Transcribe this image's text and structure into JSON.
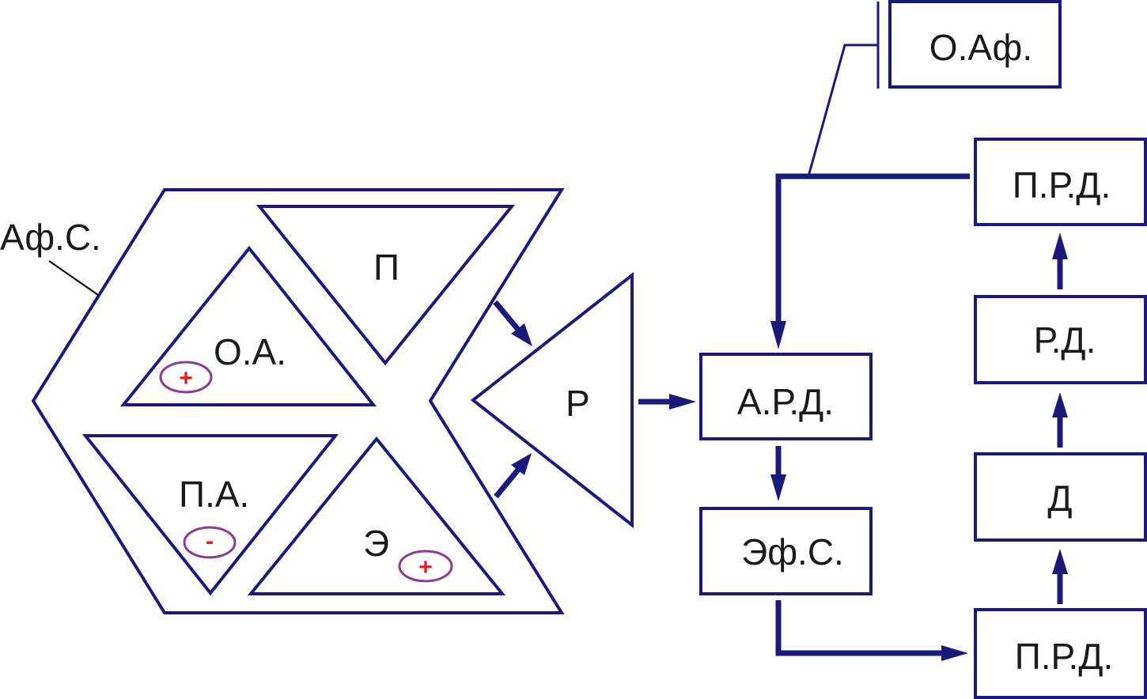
{
  "colors": {
    "outline": "#1b1a7a",
    "sign": "#e01b24",
    "oval": "#8a3c8e"
  },
  "labels": {
    "afferent_synthesis": "Аф.С.",
    "motivation": "П",
    "situational_afferentation": "О.А.",
    "trigger_afferentation": "П.А.",
    "memory": "Э",
    "decision": "Р",
    "action_result_acceptor": "А.Р.Д.",
    "efferent_synthesis": "Эф.С.",
    "result_params_bottom": "П.Р.Д.",
    "action": "Д",
    "action_result": "Р.Д.",
    "result_params_top": "П.Р.Д.",
    "reverse_afferentation": "О.Аф."
  },
  "signs": {
    "situational": "+",
    "trigger": "-",
    "memory": "+"
  }
}
